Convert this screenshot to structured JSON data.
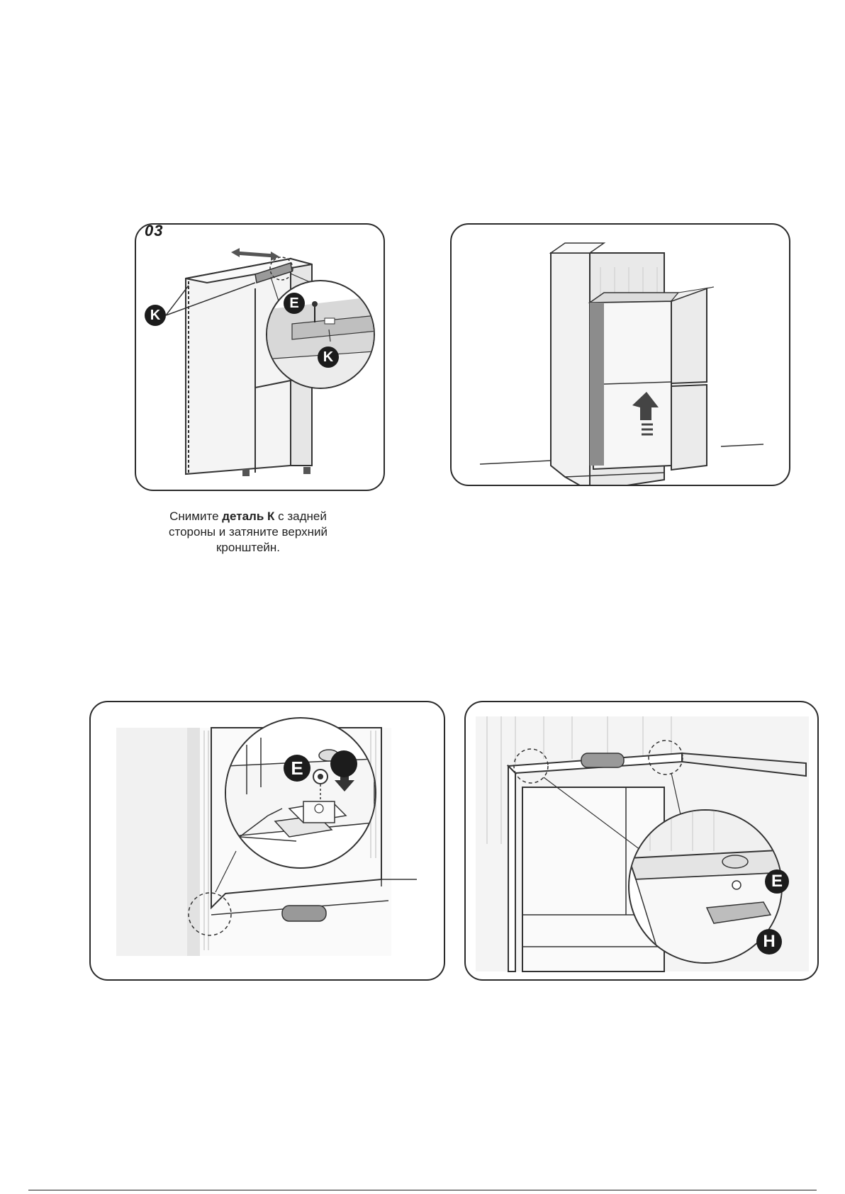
{
  "panels": [
    {
      "step": "03",
      "callouts": [
        "K",
        "E",
        "K"
      ]
    },
    {
      "step": "",
      "callouts": []
    },
    {
      "step": "",
      "callouts": [
        "E",
        ""
      ]
    },
    {
      "step": "",
      "callouts": [
        "E",
        "H"
      ]
    }
  ],
  "caption": {
    "line1_pre": "Снимите ",
    "line1_bold": "деталь К",
    "line1_post": " с задней",
    "line2": "стороны и затяните верхний",
    "line3": "кронштейн."
  }
}
